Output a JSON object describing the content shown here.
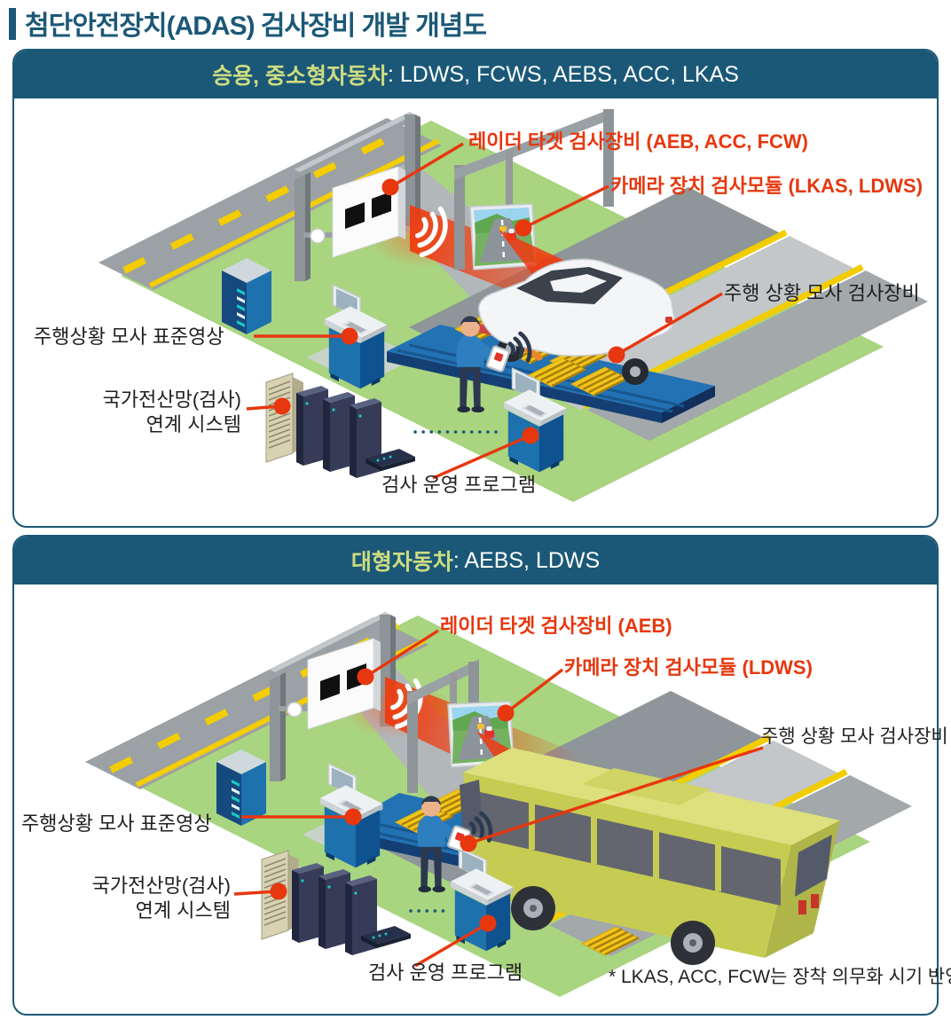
{
  "title": "첨단안전장치(ADAS) 검사장비 개발 개념도",
  "colors": {
    "accent": "#1b5877",
    "header_highlight": "#cddc81",
    "callout_red": "#e7370e",
    "grass": "#a9d480",
    "platform_blue": "#2272b4"
  },
  "panels": [
    {
      "id": "passenger",
      "header": {
        "highlight": "승용, 중소형자동차",
        "rest": " : LDWS, FCWS, AEBS, ACC, LKAS"
      },
      "labels": {
        "radar": "레이더 타겟 검사장비 (AEB, ACC, FCW)",
        "camera": "카메라 장치 검사모듈 (LKAS, LDWS)",
        "drive_sim": "주행 상황 모사 검사장비",
        "std_video": "주행상황 모사 표준영상",
        "network_line1": "국가전산망(검사)",
        "network_line2": "연계 시스템",
        "program": "검사 운영 프로그램"
      }
    },
    {
      "id": "large",
      "header": {
        "highlight": "대형자동차",
        "rest": " : AEBS, LDWS"
      },
      "labels": {
        "radar": "레이더 타겟 검사장비 (AEB)",
        "camera": "카메라 장치 검사모듈 (LDWS)",
        "drive_sim": "주행 상황 모사 검사장비",
        "std_video": "주행상황 모사 표준영상",
        "network_line1": "국가전산망(검사)",
        "network_line2": "연계 시스템",
        "program": "검사 운영 프로그램"
      },
      "note": "* LKAS, ACC, FCW는 장착 의무화 시기 반영"
    }
  ]
}
